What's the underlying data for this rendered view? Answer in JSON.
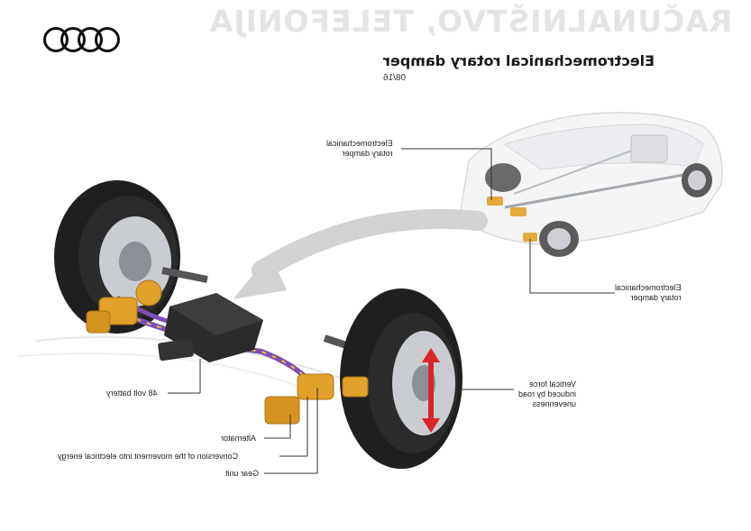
{
  "watermark": "RAČUNALNIŠTVO, TELEFONIJA",
  "header": {
    "brand_logo": "audi-four-rings-logo",
    "title": "Electromechanical rotary damper",
    "date": "08/16"
  },
  "callouts": {
    "damper_top": [
      "Electromechanical",
      "rotary damper"
    ],
    "damper_bottom": [
      "Electromechanical",
      "rotary damper"
    ],
    "vertical_force": [
      "Vertical force",
      "induced by road",
      "unevenness"
    ],
    "battery": "48 volt battery",
    "alternator": "Alternator",
    "conversion": "Conversion of the movement into electrical energy",
    "gear_unit": "Gear unit"
  },
  "colors": {
    "tire": "#1f1f1f",
    "rim": "#c9ccd1",
    "damper_gold": "#e2a12a",
    "cable_purple": "#7b4fb5",
    "battery": "#2b2b2b",
    "arrow_gray": "#cfcfcf",
    "force_arrow": "#d8262c"
  }
}
